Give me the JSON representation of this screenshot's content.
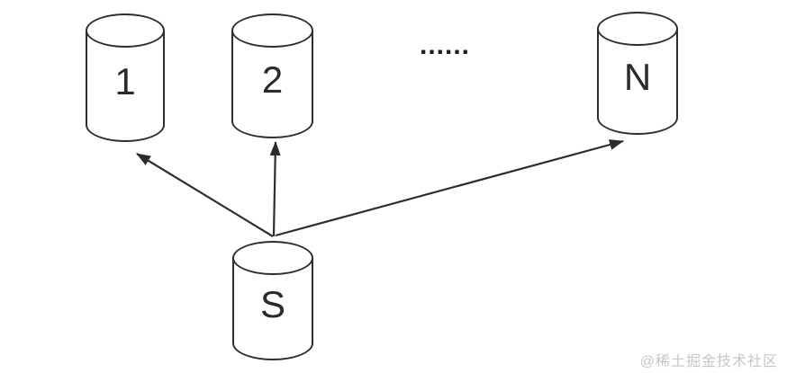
{
  "diagram": {
    "nodes": [
      {
        "id": "db-1",
        "label": "1",
        "shape": "cylinder"
      },
      {
        "id": "db-2",
        "label": "2",
        "shape": "cylinder"
      },
      {
        "id": "db-n",
        "label": "N",
        "shape": "cylinder"
      },
      {
        "id": "source",
        "label": "S",
        "shape": "cylinder"
      }
    ],
    "ellipsis": "......",
    "edges": [
      {
        "from": "source",
        "to": "db-1"
      },
      {
        "from": "source",
        "to": "db-2"
      },
      {
        "from": "source",
        "to": "db-n"
      }
    ],
    "line_color": "#2e2e2e"
  },
  "watermark": {
    "text": "@稀土掘金技术社区",
    "color": "#c6c6c6"
  }
}
